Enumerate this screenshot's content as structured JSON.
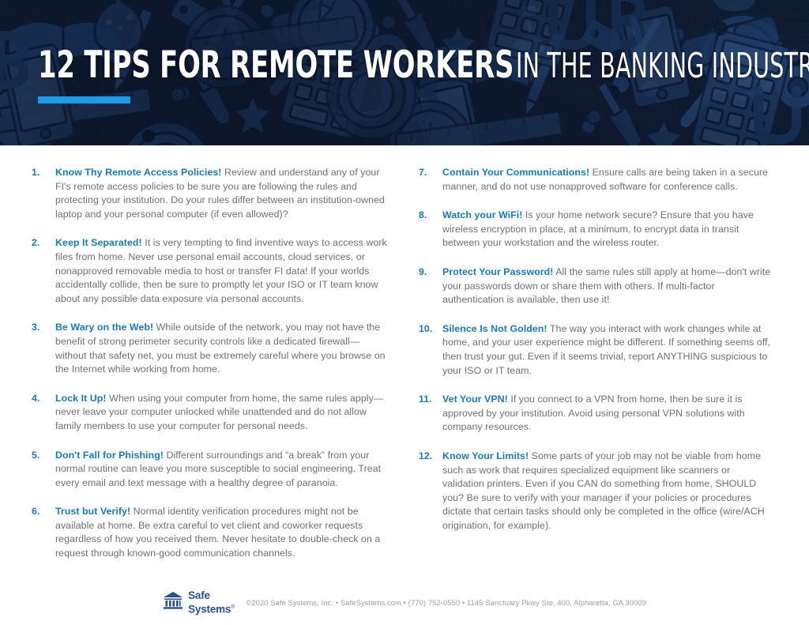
{
  "header": {
    "title_bold": "12 TIPS FOR REMOTE WORKERS",
    "title_light": "IN THE BANKING INDUSTRY",
    "accent_color": "#1e9ae8",
    "background_color": "#16243f",
    "pattern_name": "office-supplies-doodle-pattern"
  },
  "theme": {
    "heading_color": "#1b79bd",
    "body_color": "#6f7074",
    "footer_text_color": "#9b9da2",
    "logo_color": "#2b4f8e"
  },
  "tips": {
    "left": [
      {
        "number": "1.",
        "heading": "Know Thy Remote Access Policies!",
        "text": " Review and understand any of your FI's remote access policies to be sure you are following the rules and protecting your institution. Do your rules differ between an institution-owned laptop and your personal computer (if even allowed)?"
      },
      {
        "number": "2.",
        "heading": "Keep It Separated!",
        "text": " It is very tempting to find inventive ways to access work files from home. Never use personal email accounts, cloud services, or nonapproved removable media to host or transfer FI data! If your worlds accidentally collide, then be sure to promptly let your ISO or IT team know about any possible data exposure via personal accounts."
      },
      {
        "number": "3.",
        "heading": "Be Wary on the Web!",
        "text": " While outside of the network, you may not have the benefit of strong perimeter security controls like a dedicated firewall—without that safety net, you must be extremely careful where you browse on the Internet while working from home."
      },
      {
        "number": "4.",
        "heading": "Lock It Up!",
        "text": " When using your computer from home, the same rules apply—never leave your computer unlocked while unattended and do not allow family members to use your computer for personal needs."
      },
      {
        "number": "5.",
        "heading": "Don't Fall for Phishing!",
        "text": " Different surroundings and “a break” from your normal routine can leave you more susceptible to social engineering. Treat every email and text message with a healthy degree of paranoia."
      },
      {
        "number": "6.",
        "heading": "Trust but Verify!",
        "text": " Normal identity verification procedures might not be available at home. Be extra careful to vet client and coworker requests regardless of how you received them. Never hesitate to double-check on a request through known-good communication channels."
      }
    ],
    "right": [
      {
        "number": "7.",
        "heading": "Contain Your Communications!",
        "text": " Ensure calls are being taken in a secure manner, and do not use nonapproved software for conference calls."
      },
      {
        "number": "8.",
        "heading": "Watch your WiFi!",
        "text": " Is your home network secure? Ensure that you have wireless encryption in place, at a minimum, to encrypt data in transit between your workstation and the wireless router."
      },
      {
        "number": "9.",
        "heading": "Protect Your Password!",
        "text": " All the same rules still apply at home—don't write your passwords down or share them with others. If multi-factor authentication is available, then use it!"
      },
      {
        "number": "10.",
        "heading": "Silence Is Not Golden!",
        "text": " The way you interact with work changes while at home, and your user experience might be different. If something seems off, then trust your gut. Even if it seems trivial, report ANYTHING suspicious to your ISO or IT team."
      },
      {
        "number": "11.",
        "heading": "Vet Your VPN!",
        "text": " If you connect to a VPN from home, then be sure it is approved by your institution. Avoid using personal VPN solutions with company resources."
      },
      {
        "number": "12.",
        "heading": "Know Your Limits!",
        "text": " Some parts of your job may not be viable from home such as work that requires specialized equipment like scanners or validation printers. Even if you CAN do something from home, SHOULD you? Be sure to verify with your manager if your policies or procedures dictate that certain tasks should only be completed in the office (wire/ACH origination, for example)."
      }
    ]
  },
  "footer": {
    "logo_icon": "bank-building-icon",
    "logo_line1": "Safe",
    "logo_line2": "Systems",
    "logo_trademark": "®",
    "copyright": "©2020 Safe Systems, Inc.  •  SafeSystems.com  •  (770) 752-0550  •  1145 Sanctuary Pkwy Ste. 400, Alpharetta, GA 30009"
  }
}
